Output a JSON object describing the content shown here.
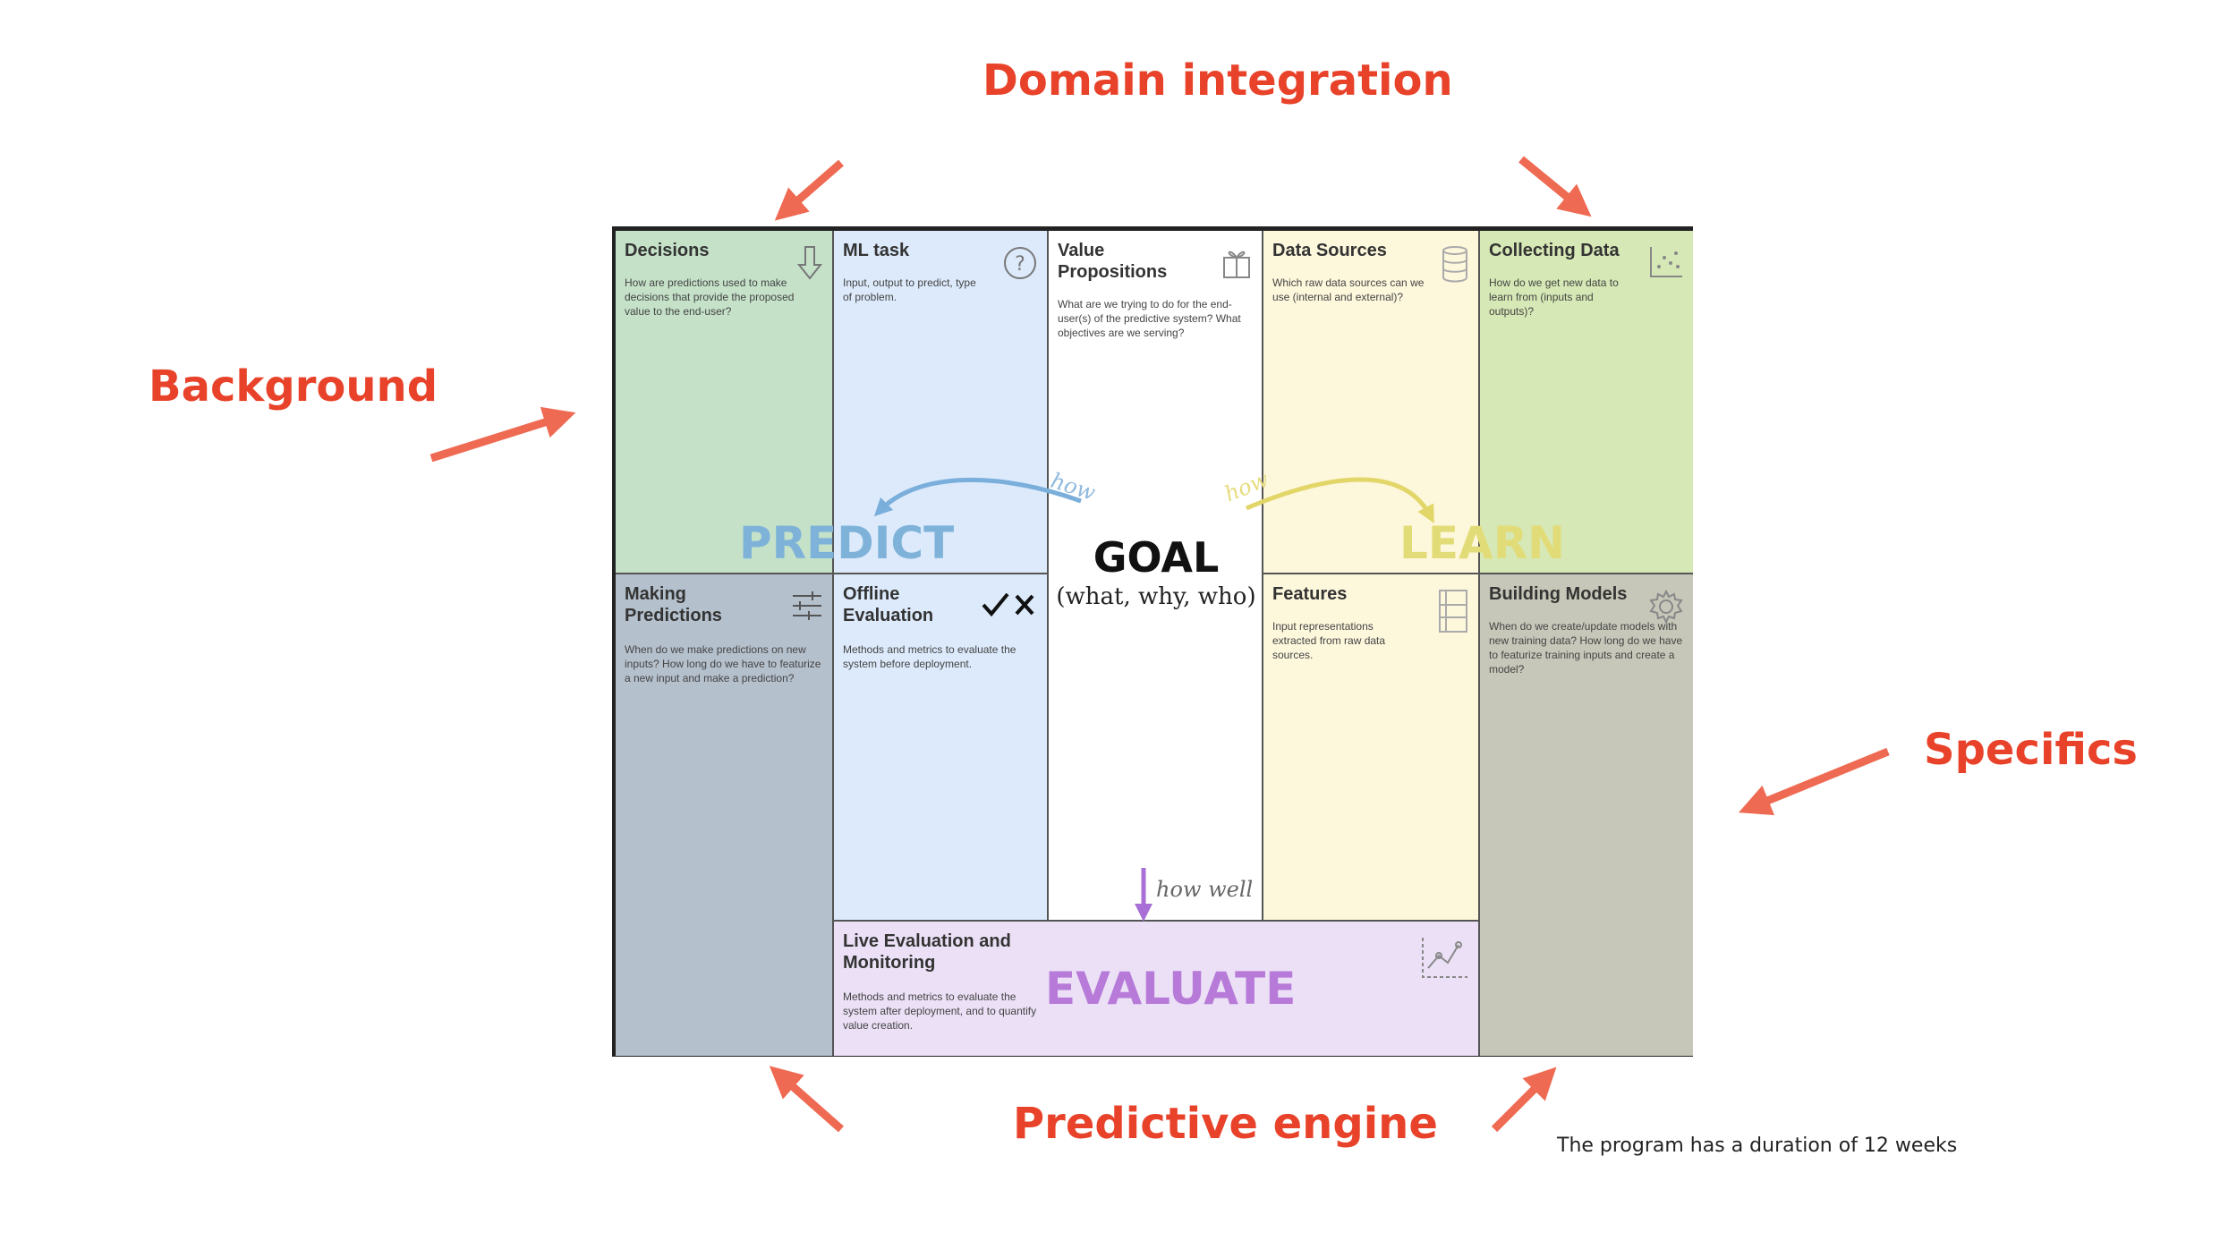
{
  "labels": {
    "top": "Domain integration",
    "left": "Background",
    "right": "Specifics",
    "bottom": "Predictive engine"
  },
  "footnote": "The program has a duration of 12 weeks",
  "canvas": {
    "cells": {
      "decisions": {
        "title": "Decisions",
        "text": "How are predictions used to make decisions that provide the proposed value to the end-user?",
        "icon": "arrow-down-icon"
      },
      "ml_task": {
        "title": "ML task",
        "text": "Input, output to predict, type of problem.",
        "icon": "question-icon"
      },
      "value_props": {
        "title_line1": "Value",
        "title_line2": "Propositions",
        "text": "What are we trying to do for the end-user(s) of the predictive system? What objectives are we serving?",
        "icon": "gift-icon"
      },
      "data_sources": {
        "title": "Data Sources",
        "text": "Which raw data sources can we use (internal and external)?",
        "icon": "database-icon"
      },
      "collecting_data": {
        "title": "Collecting Data",
        "text": "How do we get new data to learn from (inputs and outputs)?",
        "icon": "scatter-plot-icon"
      },
      "making_predictions": {
        "title_line1": "Making",
        "title_line2": "Predictions",
        "text": "When do we make predictions on new inputs? How long do we have to featurize a new input and make a prediction?",
        "icon": "sliders-icon"
      },
      "offline_eval": {
        "title_line1": "Offline",
        "title_line2": "Evaluation",
        "text": "Methods and metrics to evaluate the system before deployment.",
        "icon": "check-cross-icon"
      },
      "features": {
        "title": "Features",
        "text": "Input representations extracted from raw data sources.",
        "icon": "columns-icon"
      },
      "building_models": {
        "title": "Building Models",
        "text": "When do we create/update models with new training data? How long do we have to featurize training inputs and create a model?",
        "icon": "gear-icon"
      },
      "live_eval": {
        "title_line1": "Live Evaluation and",
        "title_line2": "Monitoring",
        "text": "Methods and metrics to evaluate the system after deployment, and to quantify value creation.",
        "icon": "line-chart-icon"
      }
    },
    "goal": {
      "title": "GOAL",
      "subtitle": "(what, why, who)"
    },
    "predict": "PREDICT",
    "learn": "LEARN",
    "evaluate": "EVALUATE",
    "how_left": "how",
    "how_right": "how",
    "how_well": "how well",
    "colors": {
      "predict": "#7fb2d9",
      "learn": "#e2dc78",
      "evaluate": "#b77ad8",
      "accent": "#e8432a"
    }
  }
}
